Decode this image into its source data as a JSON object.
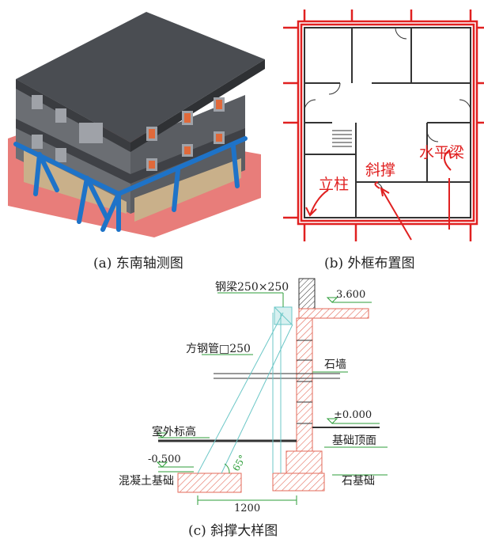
{
  "captions": {
    "a": "(a) 东南轴测图",
    "b": "(b) 外框布置图",
    "c": "(c) 斜撑大样图"
  },
  "plan_labels": {
    "column": "立柱",
    "brace": "斜撑",
    "beam": "水平梁"
  },
  "detail_labels": {
    "steel_beam": "钢梁250×250",
    "steel_tube": "方钢管□250",
    "stone_wall": "石墙",
    "outdoor_level": "室外标高",
    "concrete_foundation": "混凝土基础",
    "foundation_top": "基础顶面",
    "stone_foundation": "石基础",
    "elev_top": "3.600",
    "elev_zero": "±0.000",
    "elev_neg": "-0.500",
    "angle": "65°",
    "span": "1200"
  },
  "colors": {
    "frame_red": "#e02020",
    "steel_blue": "#1e73c8",
    "hatch_red": "#e36a5a",
    "dim_green": "#2e9e3a",
    "tube_cyan": "#6cc7c7",
    "roof_gray": "#4a4d52",
    "ground_pink": "#e87d7a"
  }
}
